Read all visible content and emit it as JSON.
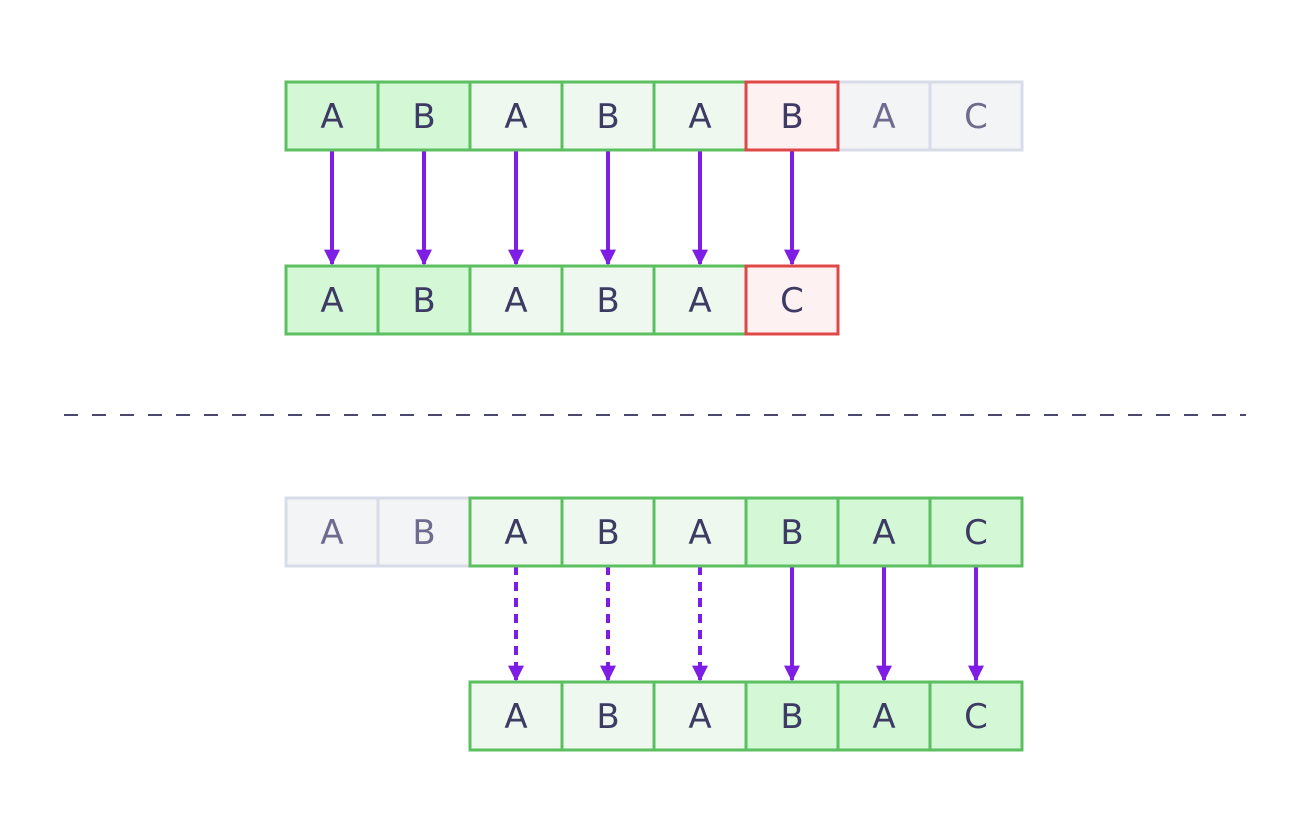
{
  "colors": {
    "match_border": "#5cbf60",
    "match_fill_dark": "#d4f7d6",
    "match_fill_light": "#eef8ef",
    "mismatch_border": "#e04848",
    "mismatch_fill": "#fdf1f1",
    "inactive_border": "#d7dce8",
    "inactive_fill": "#f3f4f6",
    "text": "#3d3a63",
    "text_inactive": "#6f6b8f",
    "arrow": "#7d1de6",
    "divider": "#4a4870"
  },
  "top": {
    "text_row": {
      "cells": [
        {
          "label": "A",
          "state": "match",
          "shade": "dark"
        },
        {
          "label": "B",
          "state": "match",
          "shade": "dark"
        },
        {
          "label": "A",
          "state": "match",
          "shade": "light"
        },
        {
          "label": "B",
          "state": "match",
          "shade": "light"
        },
        {
          "label": "A",
          "state": "match",
          "shade": "light"
        },
        {
          "label": "B",
          "state": "mismatch",
          "shade": "light"
        },
        {
          "label": "A",
          "state": "inactive",
          "shade": "light"
        },
        {
          "label": "C",
          "state": "inactive",
          "shade": "light"
        }
      ]
    },
    "pattern_row": {
      "cells": [
        {
          "label": "A",
          "state": "match",
          "shade": "dark"
        },
        {
          "label": "B",
          "state": "match",
          "shade": "dark"
        },
        {
          "label": "A",
          "state": "match",
          "shade": "light"
        },
        {
          "label": "B",
          "state": "match",
          "shade": "light"
        },
        {
          "label": "A",
          "state": "match",
          "shade": "light"
        },
        {
          "label": "C",
          "state": "mismatch",
          "shade": "light"
        }
      ]
    },
    "arrows": [
      {
        "style": "solid"
      },
      {
        "style": "solid"
      },
      {
        "style": "solid"
      },
      {
        "style": "solid"
      },
      {
        "style": "solid"
      },
      {
        "style": "solid"
      }
    ]
  },
  "bottom": {
    "text_row": {
      "cells": [
        {
          "label": "A",
          "state": "inactive",
          "shade": "light"
        },
        {
          "label": "B",
          "state": "inactive",
          "shade": "light"
        },
        {
          "label": "A",
          "state": "match",
          "shade": "light"
        },
        {
          "label": "B",
          "state": "match",
          "shade": "light"
        },
        {
          "label": "A",
          "state": "match",
          "shade": "light"
        },
        {
          "label": "B",
          "state": "match",
          "shade": "dark"
        },
        {
          "label": "A",
          "state": "match",
          "shade": "dark"
        },
        {
          "label": "C",
          "state": "match",
          "shade": "dark"
        }
      ]
    },
    "pattern_row": {
      "cells": [
        {
          "label": "A",
          "state": "match",
          "shade": "light"
        },
        {
          "label": "B",
          "state": "match",
          "shade": "light"
        },
        {
          "label": "A",
          "state": "match",
          "shade": "light"
        },
        {
          "label": "B",
          "state": "match",
          "shade": "dark"
        },
        {
          "label": "A",
          "state": "match",
          "shade": "dark"
        },
        {
          "label": "C",
          "state": "match",
          "shade": "dark"
        }
      ]
    },
    "arrows": [
      {
        "style": "dashed"
      },
      {
        "style": "dashed"
      },
      {
        "style": "dashed"
      },
      {
        "style": "solid"
      },
      {
        "style": "solid"
      },
      {
        "style": "solid"
      }
    ]
  }
}
